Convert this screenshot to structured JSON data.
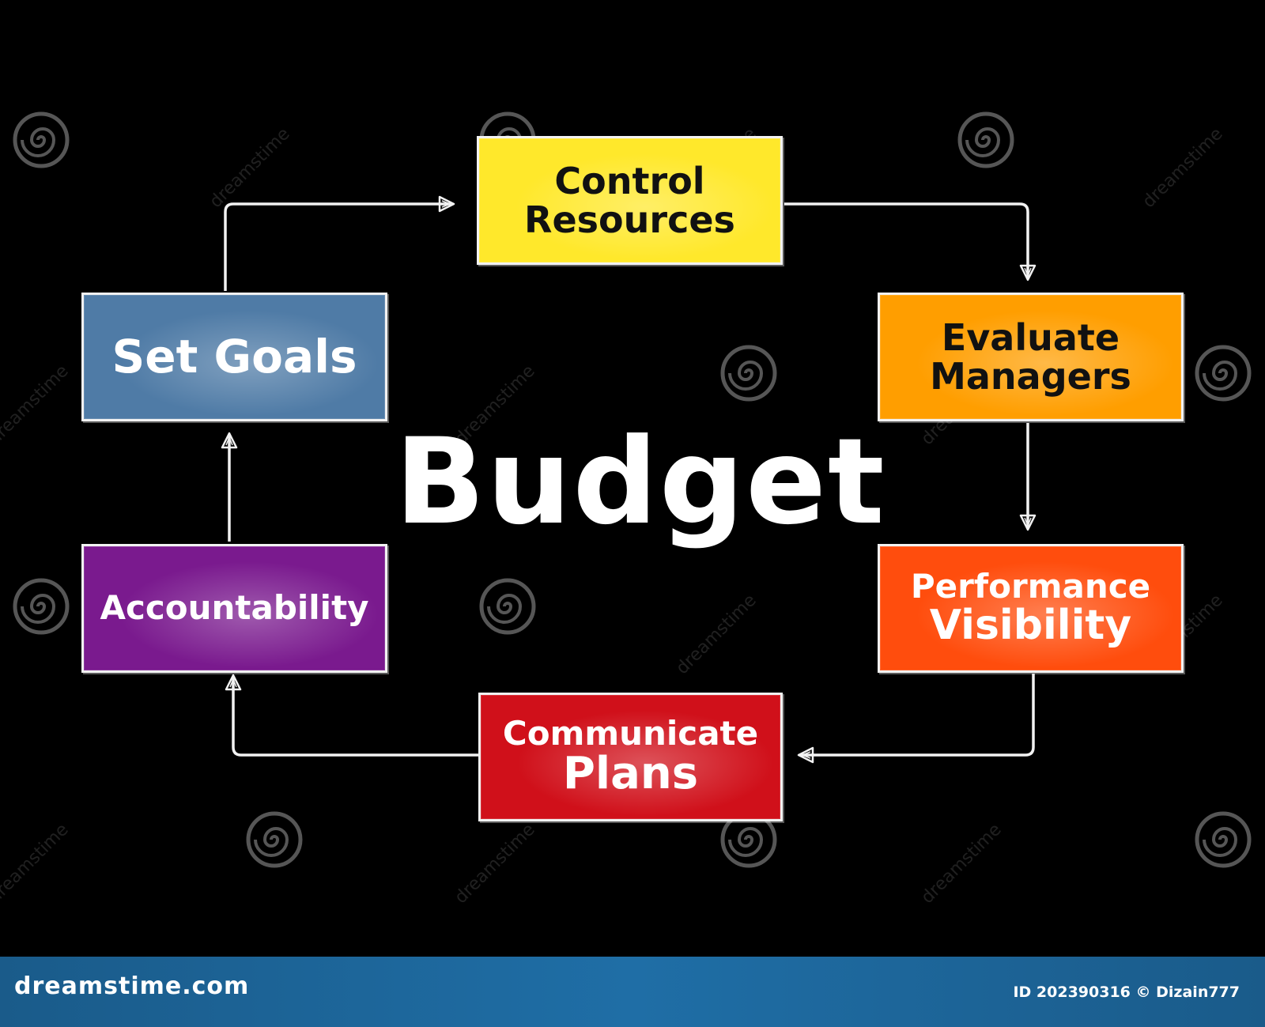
{
  "diagram": {
    "center_title": "Budget",
    "boxes": [
      {
        "id": "control-resources",
        "lines": [
          "Control",
          "Resources"
        ],
        "color": "#ffe82b",
        "text_color": "#111111"
      },
      {
        "id": "evaluate-managers",
        "lines": [
          "Evaluate",
          "Managers"
        ],
        "color": "#ff9e00",
        "text_color": "#111111"
      },
      {
        "id": "performance-visibility",
        "lines": [
          "Performance",
          "Visibility"
        ],
        "color": "#ff4d0d",
        "text_color": "#ffffff"
      },
      {
        "id": "communicate-plans",
        "lines": [
          "Communicate",
          "Plans"
        ],
        "color": "#d0101a",
        "text_color": "#ffffff"
      },
      {
        "id": "accountability",
        "lines": [
          "Accountability"
        ],
        "color": "#7a1a8e",
        "text_color": "#ffffff"
      },
      {
        "id": "set-goals",
        "lines": [
          "Set Goals"
        ],
        "color": "#4f7ba6",
        "text_color": "#ffffff"
      }
    ],
    "flow": [
      [
        "set-goals",
        "control-resources"
      ],
      [
        "control-resources",
        "evaluate-managers"
      ],
      [
        "evaluate-managers",
        "performance-visibility"
      ],
      [
        "performance-visibility",
        "communicate-plans"
      ],
      [
        "communicate-plans",
        "accountability"
      ],
      [
        "accountability",
        "set-goals"
      ]
    ]
  },
  "watermark": {
    "text": "dreamstime"
  },
  "footer": {
    "site": "dreamstime.com",
    "credit": "ID 202390316 © Dizain777",
    "background": "#1f6ea6"
  }
}
